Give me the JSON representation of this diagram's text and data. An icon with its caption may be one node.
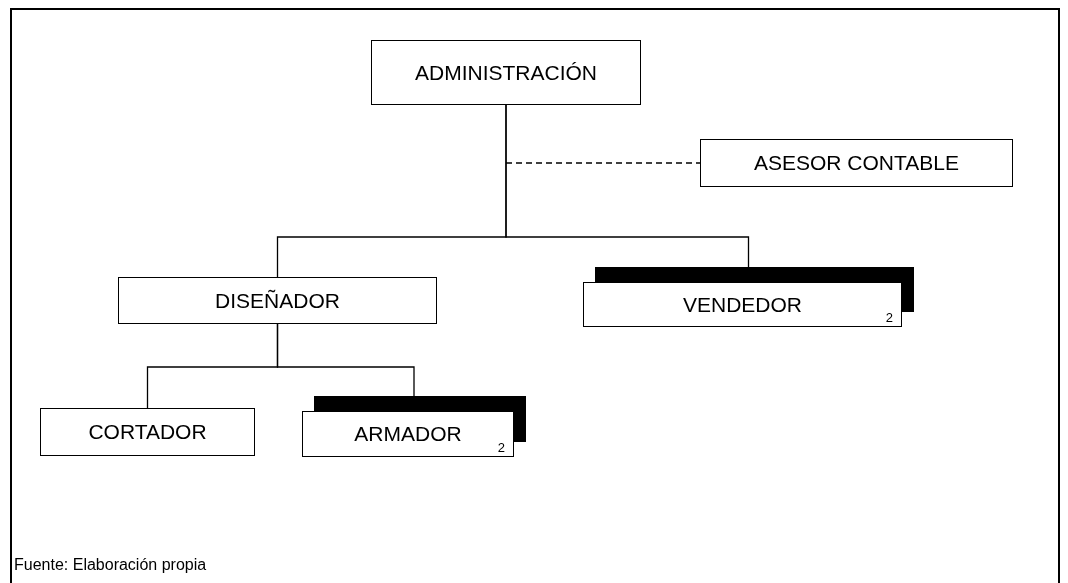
{
  "diagram": {
    "caption": "Fuente: Elaboración propia",
    "nodes": [
      {
        "text": [
          "ADMINISTRACIÓN"
        ]
      },
      {
        "text": [
          "ASESOR CONTABLE"
        ]
      },
      {
        "text": [
          "DISEÑADOR"
        ]
      },
      {
        "text": [
          "VENDEDOR",
          "2"
        ]
      },
      {
        "text": [
          "CORTADOR"
        ]
      },
      {
        "text": [
          "ARMADOR",
          "2"
        ]
      }
    ],
    "edges": [
      {
        "from": 0,
        "to": 1,
        "arrow": "none",
        "style": "dashed"
      },
      {
        "from": 0,
        "to": 2,
        "arrow": "none"
      },
      {
        "from": 0,
        "to": 3,
        "arrow": "none"
      },
      {
        "from": 2,
        "to": 4,
        "arrow": "none"
      },
      {
        "from": 2,
        "to": 5,
        "arrow": "none"
      }
    ]
  }
}
